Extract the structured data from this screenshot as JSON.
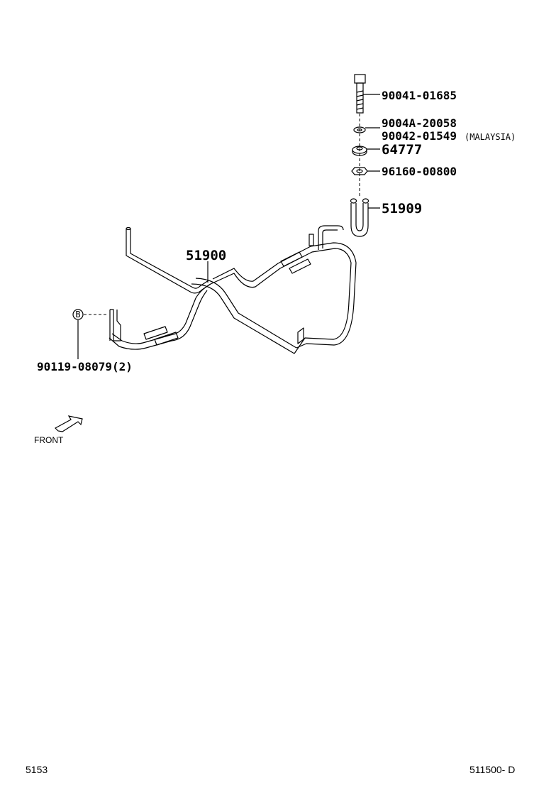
{
  "parts": {
    "bolt": "90041-01685",
    "washer_a": "9004A-20058",
    "washer_b": "90042-01549",
    "washer_b_note": "(MALAYSIA)",
    "spacer": "64777",
    "nut": "96160-00800",
    "clamp": "51909",
    "frame": "51900",
    "bolt_b": "90119-08079(2)"
  },
  "callout_b": "B",
  "front_label": "FRONT",
  "footer": {
    "left": "5153",
    "right": "511500- D"
  }
}
